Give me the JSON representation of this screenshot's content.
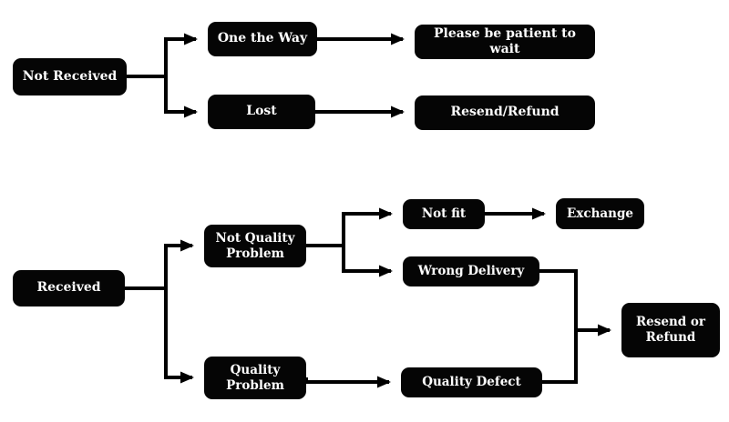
{
  "diagram": {
    "background_color": "#ffffff",
    "node_color": "#050505",
    "text_color": "#ffffff",
    "connector_color": "#000000",
    "nodes": {
      "not_received": {
        "label": "Not Received"
      },
      "one_the_way": {
        "label": "One the Way"
      },
      "please_wait": {
        "label": "Please be patient to wait"
      },
      "lost": {
        "label": "Lost"
      },
      "resend_refund": {
        "label": "Resend/Refund"
      },
      "received": {
        "label": "Received"
      },
      "not_quality_problem": {
        "label": "Not Quality Problem"
      },
      "quality_problem": {
        "label": "Quality Problem"
      },
      "not_fit": {
        "label": "Not fit"
      },
      "exchange": {
        "label": "Exchange"
      },
      "wrong_delivery": {
        "label": "Wrong Delivery"
      },
      "quality_defect": {
        "label": "Quality Defect"
      },
      "resend_or_refund": {
        "label": "Resend or Refund"
      }
    },
    "edges": [
      {
        "from": "not_received",
        "to": "one_the_way"
      },
      {
        "from": "not_received",
        "to": "lost"
      },
      {
        "from": "one_the_way",
        "to": "please_wait"
      },
      {
        "from": "lost",
        "to": "resend_refund"
      },
      {
        "from": "received",
        "to": "not_quality_problem"
      },
      {
        "from": "received",
        "to": "quality_problem"
      },
      {
        "from": "not_quality_problem",
        "to": "not_fit"
      },
      {
        "from": "not_quality_problem",
        "to": "wrong_delivery"
      },
      {
        "from": "not_fit",
        "to": "exchange"
      },
      {
        "from": "wrong_delivery",
        "to": "resend_or_refund"
      },
      {
        "from": "quality_problem",
        "to": "quality_defect"
      },
      {
        "from": "quality_defect",
        "to": "resend_or_refund"
      }
    ]
  }
}
